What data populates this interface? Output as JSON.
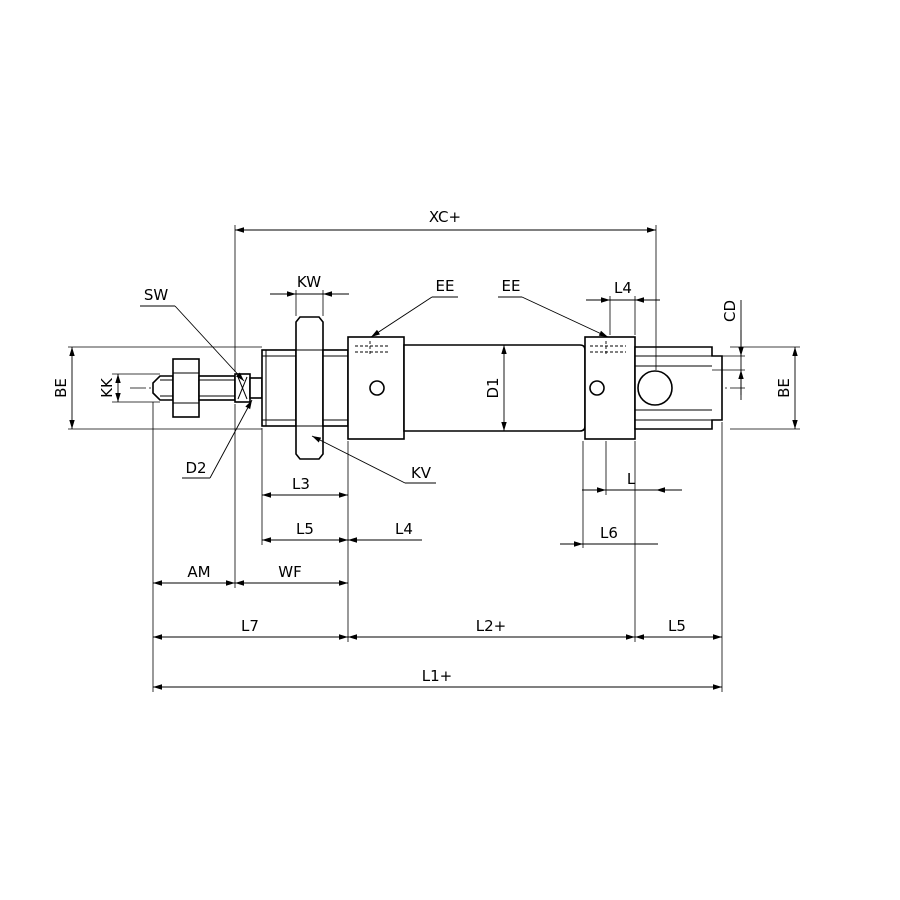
{
  "labels": {
    "xc": "XC+",
    "kw": "KW",
    "ee_front": "EE",
    "ee_rear": "EE",
    "l4_top": "L4",
    "cd": "CD",
    "sw": "SW",
    "be_left": "BE",
    "kk": "KK",
    "d1": "D1",
    "be_right": "BE",
    "d2": "D2",
    "kv": "KV",
    "l3": "L3",
    "l_rear": "L",
    "l5_front": "L5",
    "l4_bottom": "L4",
    "l6": "L6",
    "am": "AM",
    "wf": "WF",
    "l7": "L7",
    "l2": "L2+",
    "l5_rear": "L5",
    "l1": "L1+"
  }
}
